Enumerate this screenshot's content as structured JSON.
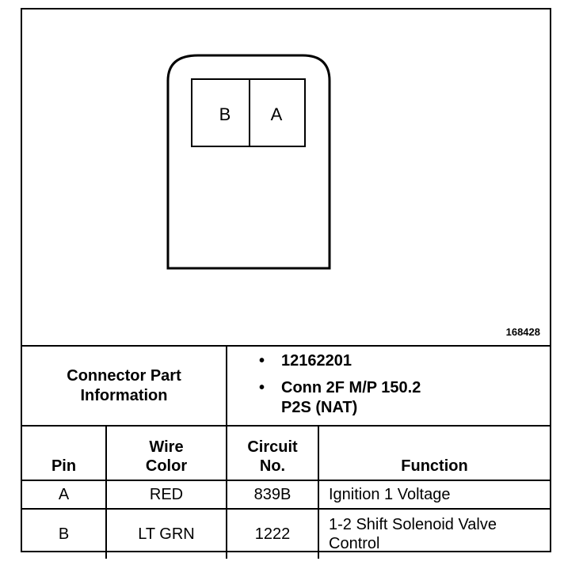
{
  "diagram": {
    "pin_labels": [
      "B",
      "A"
    ],
    "figure_number": "168428"
  },
  "connector_info": {
    "label_line1": "Connector Part",
    "label_line2": "Information",
    "items": [
      "12162201",
      "Conn 2F M/P 150.2\nP2S (NAT)"
    ]
  },
  "table": {
    "headers": {
      "pin": "Pin",
      "wire_color_l1": "Wire",
      "wire_color_l2": "Color",
      "circuit_l1": "Circuit",
      "circuit_l2": "No.",
      "function": "Function"
    },
    "rows": [
      {
        "pin": "A",
        "wire_color": "RED",
        "circuit": "839B",
        "function": "Ignition 1 Voltage"
      },
      {
        "pin": "B",
        "wire_color": "LT GRN",
        "circuit": "1222",
        "function": "1-2 Shift Solenoid Valve\nControl"
      }
    ]
  }
}
